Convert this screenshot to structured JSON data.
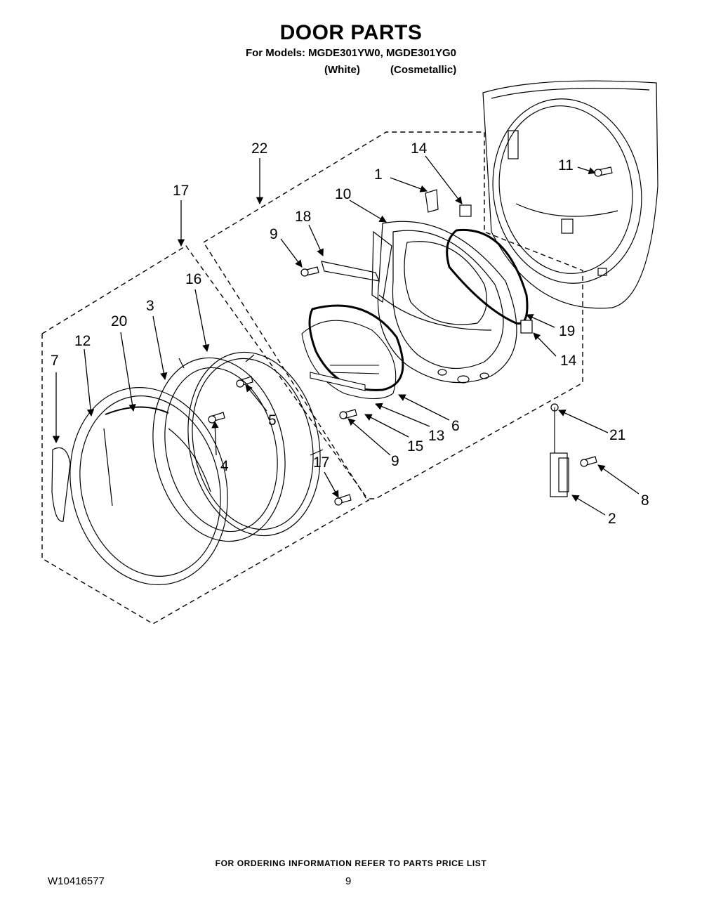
{
  "header": {
    "title": "DOOR PARTS",
    "models_line": "For Models: MGDE301YW0, MGDE301YG0",
    "variant_white": "(White)",
    "variant_cosmetallic": "(Cosmetallic)"
  },
  "callouts": {
    "c1": "1",
    "c2": "2",
    "c3": "3",
    "c4": "4",
    "c5": "5",
    "c6": "6",
    "c7": "7",
    "c8": "8",
    "c9a": "9",
    "c9b": "9",
    "c10": "10",
    "c11": "11",
    "c12": "12",
    "c13": "13",
    "c14a": "14",
    "c14b": "14",
    "c15": "15",
    "c16": "16",
    "c17a": "17",
    "c17b": "17",
    "c18": "18",
    "c19": "19",
    "c20": "20",
    "c21": "21",
    "c22": "22"
  },
  "footer": {
    "ordering_note": "FOR ORDERING INFORMATION REFER TO PARTS PRICE LIST",
    "document_number": "W10416577",
    "page_number": "9"
  }
}
